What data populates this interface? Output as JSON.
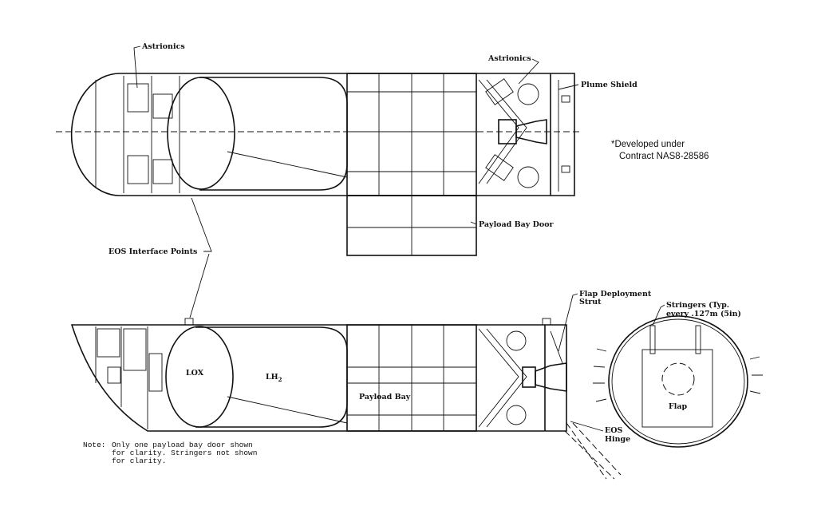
{
  "labels": {
    "astrionics_fwd": "Astrionics",
    "astrionics_aft": "Astrionics",
    "plume_shield": "Plume Shield",
    "payload_bay_door": "Payload Bay Door",
    "eos_interface_points": "EOS Interface Points",
    "flap_deployment_strut_1": "Flap Deployment",
    "flap_deployment_strut_2": "Strut",
    "stringers_1": "Stringers (Typ.",
    "stringers_2": "every .127m (5in)",
    "eos_hinge_1": "EOS",
    "eos_hinge_2": "Hinge",
    "flap": "Flap",
    "lox": "LOX",
    "lh2": "LH",
    "lh2_sub": "2",
    "payload_bay": "Payload Bay"
  },
  "contract_note": {
    "line1": "*Developed under",
    "line2": "Contract NAS8-28586"
  },
  "note": {
    "prefix": "Note:",
    "line1": "Only one payload bay door shown",
    "line2": "for clarity.  Stringers not shown",
    "line3": "for clarity."
  }
}
